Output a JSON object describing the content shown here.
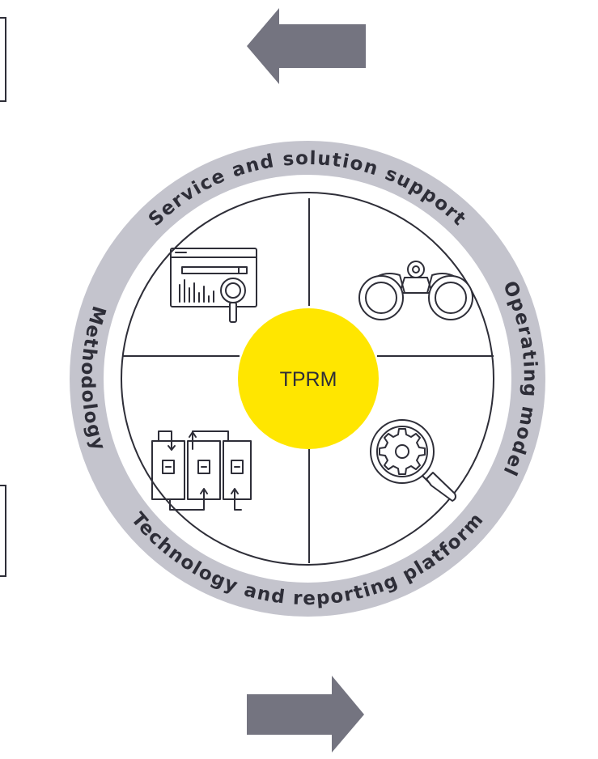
{
  "center": {
    "label": "TPRM"
  },
  "ring_labels": {
    "top": "Service and solution support",
    "right": "Operating model",
    "bottom": "Technology and reporting platform",
    "left": "Methodology"
  },
  "quadrant_icons": {
    "top_left": "analytics-dashboard-search-icon",
    "top_right": "binoculars-icon",
    "bottom_left": "process-flow-icon",
    "bottom_right": "gear-search-icon"
  },
  "arrows": {
    "top": "left-arrow",
    "bottom": "right-arrow"
  },
  "colors": {
    "ring": "#c4c4cd",
    "center": "#ffe600",
    "text": "#2e2e38",
    "arrow": "#747480"
  }
}
